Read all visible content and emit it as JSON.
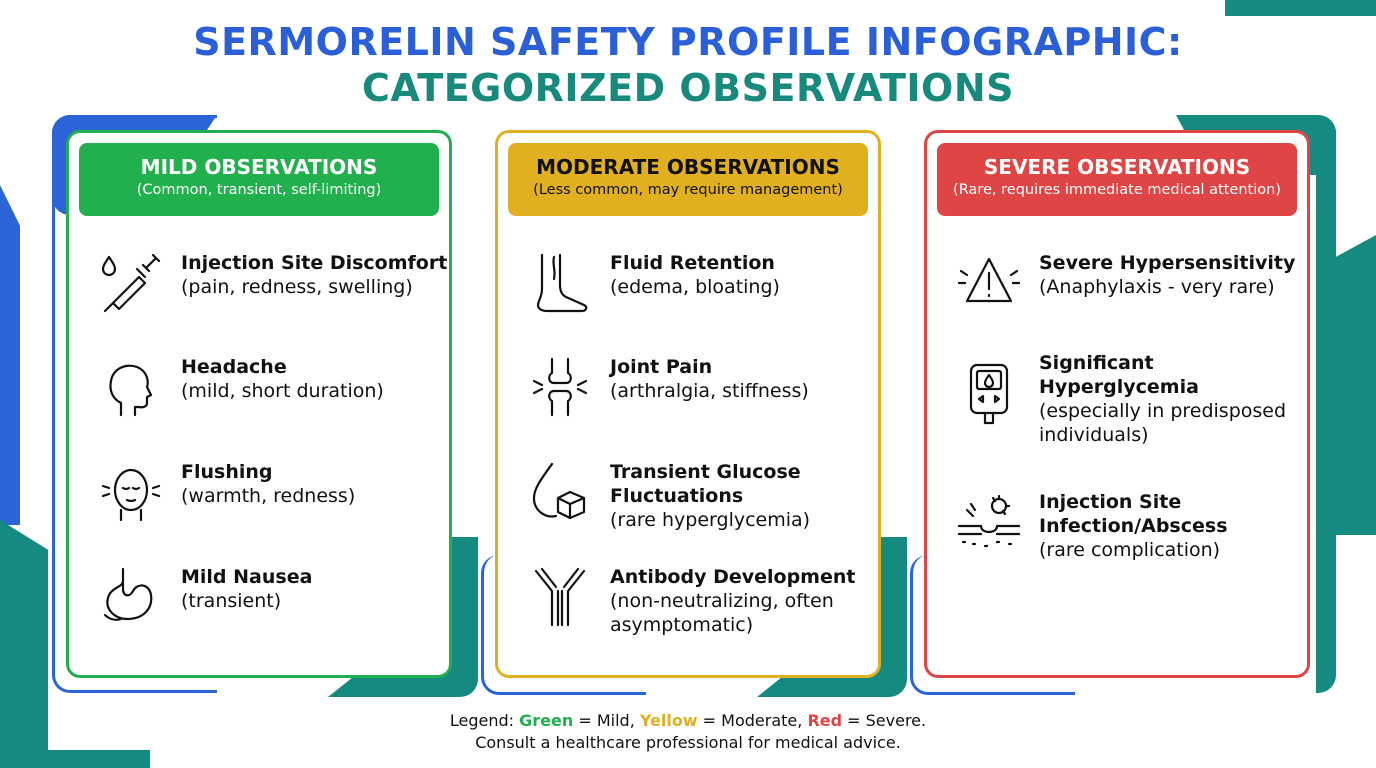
{
  "title_line1": "SERMORELIN SAFETY PROFILE INFOGRAPHIC:",
  "title_line2": "CATEGORIZED OBSERVATIONS",
  "colors": {
    "blue": "#2a5fd8",
    "teal": "#178a7d",
    "green": "#22b04f",
    "yellow": "#e0b020",
    "red": "#e04545"
  },
  "mild": {
    "heading": "MILD OBSERVATIONS",
    "subheading": "(Common, transient, self-limiting)",
    "items": [
      {
        "icon": "syringe-droplet-icon",
        "name": "Injection Site Discomfort",
        "detail": "(pain, redness, swelling)"
      },
      {
        "icon": "head-profile-icon",
        "name": "Headache",
        "detail": "(mild, short duration)"
      },
      {
        "icon": "flushed-face-icon",
        "name": "Flushing",
        "detail": "(warmth, redness)"
      },
      {
        "icon": "stomach-icon",
        "name": "Mild Nausea",
        "detail": "(transient)"
      }
    ]
  },
  "moderate": {
    "heading": "MODERATE OBSERVATIONS",
    "subheading": "(Less common, may require management)",
    "items": [
      {
        "icon": "foot-icon",
        "name": "Fluid Retention",
        "detail": "(edema, bloating)"
      },
      {
        "icon": "joint-icon",
        "name": "Joint Pain",
        "detail": "(arthralgia, stiffness)"
      },
      {
        "icon": "glucose-drop-cube-icon",
        "name": "Transient Glucose Fluctuations",
        "detail": "(rare hyperglycemia)"
      },
      {
        "icon": "antibody-icon",
        "name": "Antibody Development",
        "detail": "(non-neutralizing, often asymptomatic)"
      }
    ]
  },
  "severe": {
    "heading": "SEVERE OBSERVATIONS",
    "subheading": "(Rare, requires immediate medical attention)",
    "items": [
      {
        "icon": "warning-icon",
        "name": "Severe Hypersensitivity",
        "detail": "(Anaphylaxis - very rare)"
      },
      {
        "icon": "glucose-meter-icon",
        "name": "Significant Hyperglycemia",
        "detail": "(especially in predisposed individuals)"
      },
      {
        "icon": "skin-infection-icon",
        "name": "Injection Site Infection/Abscess",
        "detail": "(rare complication)"
      }
    ]
  },
  "legend": {
    "prefix": "Legend: ",
    "green": "Green",
    "green_text": " = Mild, ",
    "yellow": "Yellow",
    "yellow_text": " = Moderate, ",
    "red": "Red",
    "red_text": " = Severe.",
    "note": "Consult a healthcare professional for medical advice."
  }
}
